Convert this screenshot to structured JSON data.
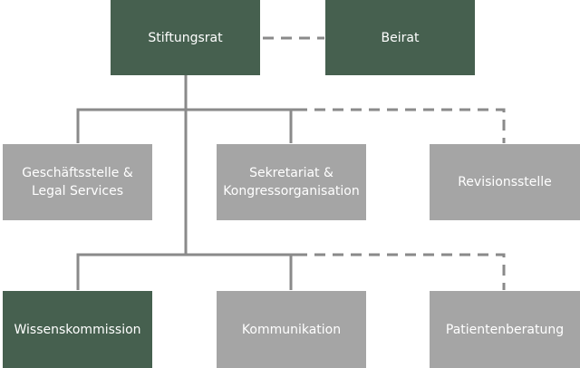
{
  "colors": {
    "governing": "#46604f",
    "unit": "#a5a5a5",
    "line": "#8a8a8a"
  },
  "boxes": {
    "stiftungsrat": "Stiftungsrat",
    "beirat": "Beirat",
    "geschaeftsstelle": "Geschäftsstelle &\nLegal Services",
    "sekretariat": "Sekretariat &\nKongressorganisation",
    "revisionsstelle": "Revisionsstelle",
    "wissenskommission": "Wissenskommission",
    "kommunikation": "Kommunikation",
    "patientenberatung": "Patientenberatung"
  }
}
